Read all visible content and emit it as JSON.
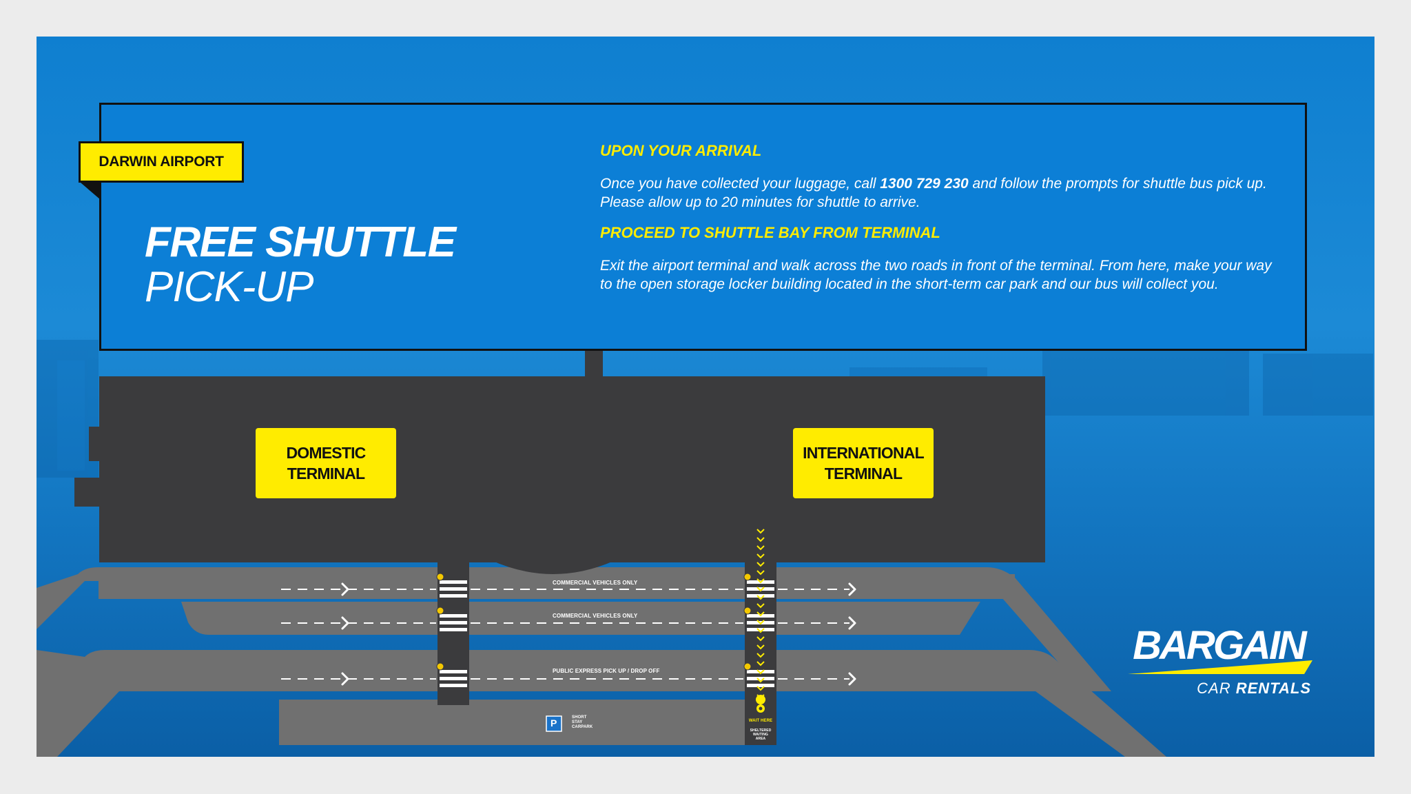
{
  "badge": {
    "label": "DARWIN AIRPORT"
  },
  "title": {
    "line1": "FREE SHUTTLE",
    "line2": "PICK-UP"
  },
  "arrival": {
    "heading": "UPON YOUR ARRIVAL",
    "text_before": "Once you have collected your luggage, call ",
    "phone": "1300 729 230",
    "text_after": " and follow the prompts for shuttle bus pick up. Please allow up to 20 minutes for shuttle to arrive."
  },
  "proceed": {
    "heading": "PROCEED TO SHUTTLE BAY FROM TERMINAL",
    "text": "Exit the airport terminal and walk across the two roads in front of the terminal. From here, make your way to the open storage locker building located in the short-term car park and our bus will collect you."
  },
  "map": {
    "domestic": {
      "line1": "DOMESTIC",
      "line2": "TERMINAL"
    },
    "international": {
      "line1": "INTERNATIONAL",
      "line2": "TERMINAL"
    },
    "lane1_label": "COMMERCIAL VEHICLES ONLY",
    "lane2_label": "COMMERCIAL VEHICLES ONLY",
    "lane3_label": "PUBLIC EXPRESS PICK UP / DROP OFF",
    "carpark_symbol": "P",
    "carpark_label": [
      "SHORT",
      "STAY",
      "CARPARK"
    ],
    "wait_here": "WAIT HERE",
    "sheltered_label": [
      "SHELTERED",
      "WAITING",
      "AREA"
    ]
  },
  "logo": {
    "main": "BARGAIN",
    "sub_light": "CAR ",
    "sub_bold": "RENTALS"
  },
  "colors": {
    "brand_yellow": "#ffec00",
    "brand_blue": "#0c7fd6",
    "terminal_dark": "#3b3b3d",
    "road_gray": "#707070"
  },
  "icons": [
    "arrow-right-icon",
    "pedestrian-crossing-icon",
    "location-pin-icon",
    "walk-path-chevron-icon"
  ]
}
